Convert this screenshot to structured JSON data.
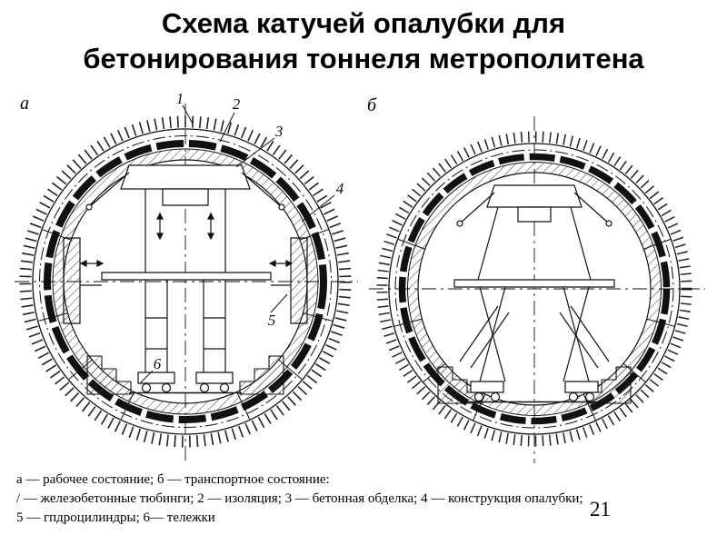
{
  "slide": {
    "title_line1": "Схема катучей опалубки для",
    "title_line2": "бетонирования тоннеля метрополитена",
    "page_number": "21"
  },
  "figure": {
    "label_a": "а",
    "label_b": "б",
    "callouts": [
      "1",
      "2",
      "3",
      "4",
      "5",
      "6"
    ]
  },
  "caption": {
    "line1": "а — рабочее состояние; б — транспортное состояние:",
    "line2": "/ — железобетонные тюбинги; 2 — изоляция; 3 — бетонная обделка; 4 — конструкция опалубки;",
    "line3": "5 — гпдроцилиндры; 6— тележки"
  }
}
